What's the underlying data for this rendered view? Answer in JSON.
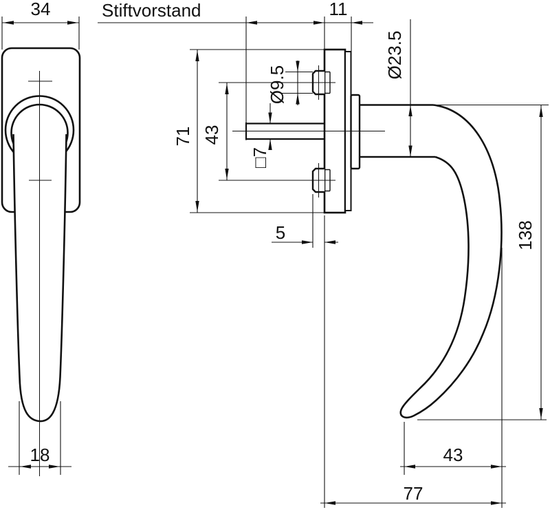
{
  "drawing": {
    "label_pin_projection": "Stiftvorstand"
  },
  "dims": {
    "rosette_width": "34",
    "plate_thickness": "11",
    "neck_diameter": "Ø23.5",
    "screw_head_diameter": "Ø9.5",
    "rosette_height": "71",
    "screw_spacing": "43",
    "spindle_square": "□7",
    "screw_head_protrusion": "5",
    "handle_drop": "138",
    "grip_tip_width": "18",
    "tip_horizontal_offset": "43",
    "handle_projection": "77"
  }
}
